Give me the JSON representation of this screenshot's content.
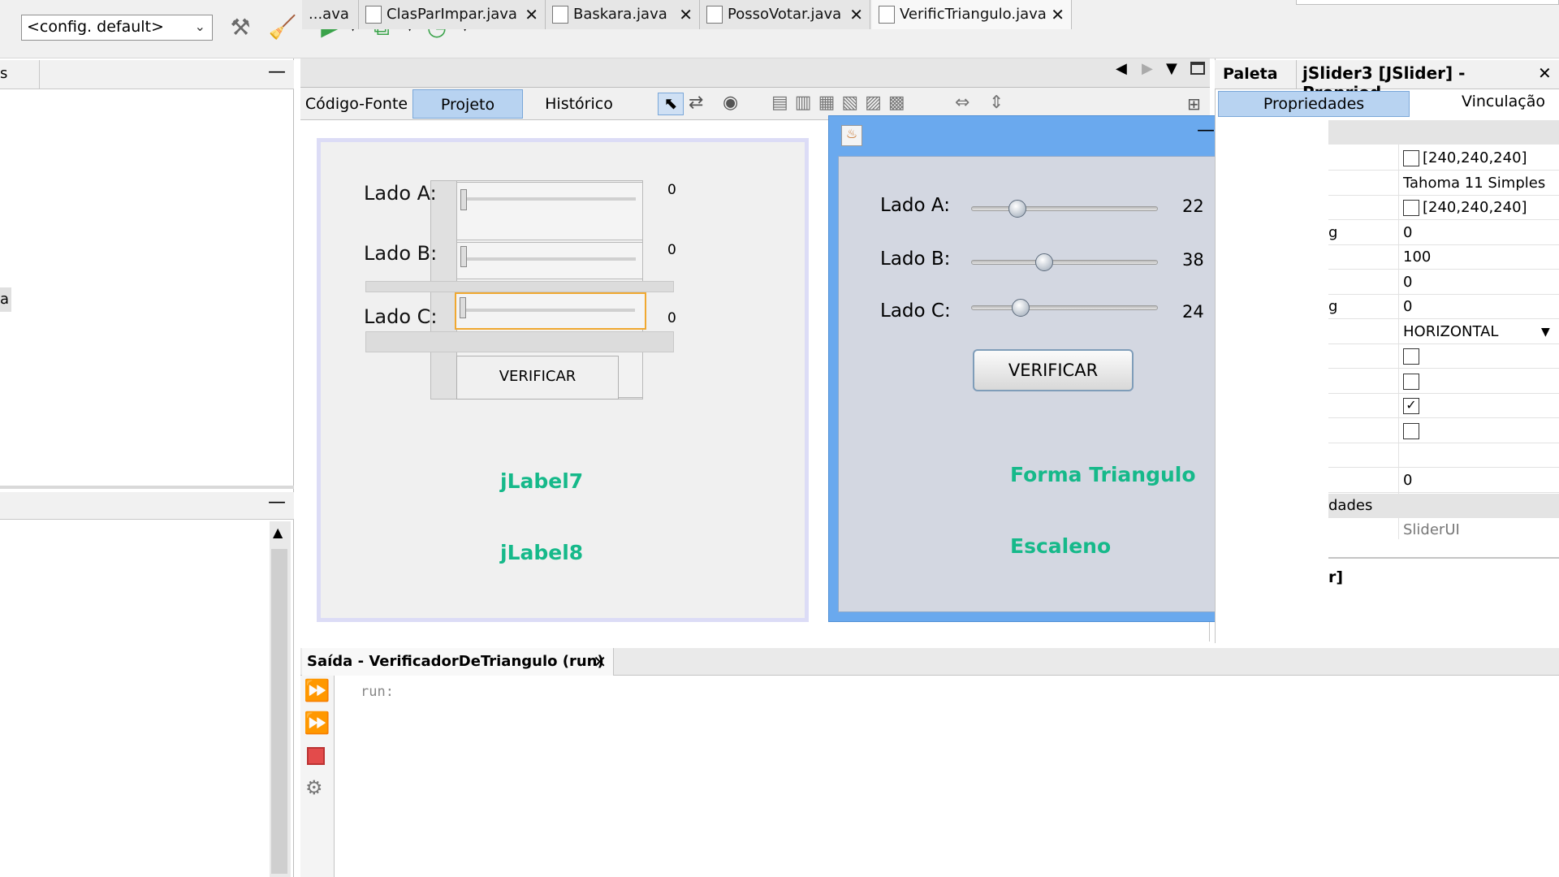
{
  "toolbar": {
    "config_value": "<config. default>",
    "icons": [
      "hammer-icon",
      "clean-build-icon",
      "run-icon",
      "debug-icon",
      "profile-icon"
    ]
  },
  "tabs": {
    "items": [
      {
        "label": "...ava"
      },
      {
        "label": "ClasParImpar.java"
      },
      {
        "label": "Baskara.java"
      },
      {
        "label": "PossoVotar.java"
      },
      {
        "label": "VerificTriangulo.java"
      }
    ]
  },
  "editor_modes": {
    "source": "Código-Fonte",
    "design": "Projeto",
    "history": "Histórico"
  },
  "designer": {
    "lado_a": "Lado A:",
    "lado_b": "Lado B:",
    "lado_c": "Lado C:",
    "value_a": "0",
    "value_b": "0",
    "value_c": "0",
    "button": "VERIFICAR",
    "label7": "jLabel7",
    "label8": "jLabel8"
  },
  "dialog": {
    "lado_a": "Lado A:",
    "lado_b": "Lado B:",
    "lado_c": "Lado C:",
    "value_a": "22",
    "value_b": "38",
    "value_c": "24",
    "slider_a": 22,
    "slider_b": 38,
    "slider_c": 24,
    "button": "VERIFICAR",
    "result_title": "Forma Triangulo",
    "result_type": "Escaleno"
  },
  "left_panels": {
    "top_title_fragment": "s",
    "item_fragment": "a"
  },
  "props": {
    "palette_tab": "Paleta",
    "title": "jSlider3 [JSlider] - Propried...",
    "tab_properties": "Propriedades",
    "tab_binding": "Vinculação",
    "rows": [
      {
        "name": "",
        "value": "[240,240,240]",
        "check": "color"
      },
      {
        "name": "",
        "value": "Tahoma 11 Simples",
        "check": "none"
      },
      {
        "name": "",
        "value": "[240,240,240]",
        "check": "color"
      },
      {
        "name": "g",
        "value": "0",
        "check": "none"
      },
      {
        "name": "",
        "value": "100",
        "check": "none"
      },
      {
        "name": "",
        "value": "0",
        "check": "none"
      },
      {
        "name": "g",
        "value": "0",
        "check": "none"
      },
      {
        "name": "",
        "value": "HORIZONTAL",
        "check": "dropdown"
      },
      {
        "name": "",
        "value": "",
        "check": "off"
      },
      {
        "name": "",
        "value": "",
        "check": "off"
      },
      {
        "name": "",
        "value": "",
        "check": "on"
      },
      {
        "name": "",
        "value": "",
        "check": "off"
      },
      {
        "name": "",
        "value": "",
        "check": "none"
      },
      {
        "name": "",
        "value": "0",
        "check": "none"
      }
    ],
    "section_fragment": "dades",
    "ui_value": "SliderUI",
    "bottom_fragment": "r]"
  },
  "output": {
    "title": "Saída - VerificadorDeTriangulo (run)",
    "text": "run:"
  }
}
